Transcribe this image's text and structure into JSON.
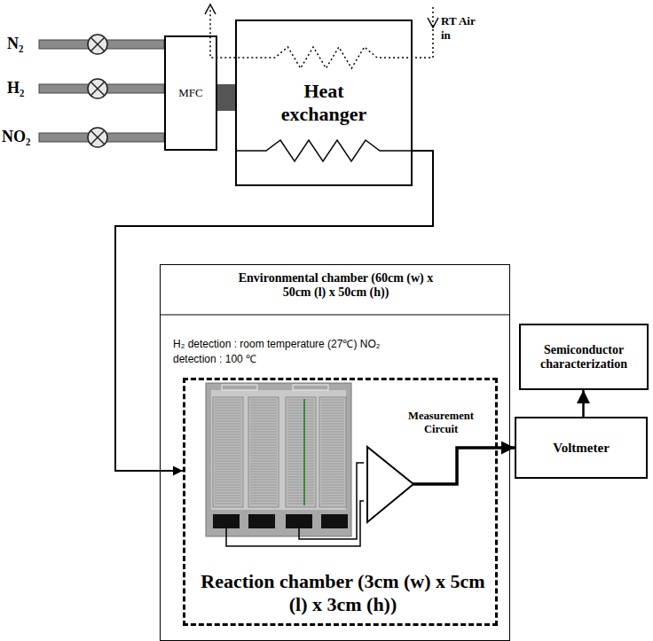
{
  "diagram": {
    "nodes": [
      {
        "text": [
          "Heat exchanger"
        ]
      },
      {
        "text": [
          "MFC"
        ]
      },
      {
        "text": [
          "Environmental chamber (60cm (w) x 50cm (l) x 50cm (h))",
          "H₂ detection : room temperature (27℃) NO₂ detection : 100 ℃"
        ]
      },
      {
        "text": [
          "Reaction chamber (3cm (w) x 5cm (l) x 3cm (h))"
        ],
        "in": 2
      },
      {
        "text": [
          "Measurement Circuit"
        ],
        "in": 3
      },
      {
        "text": [
          "Voltmeter"
        ]
      },
      {
        "text": [
          "Semiconductor characterization"
        ]
      }
    ],
    "edges": [
      {
        "from": 1,
        "to": 0,
        "arrow": "none"
      },
      {
        "from": 0,
        "to": 3,
        "arrow": "to"
      },
      {
        "from": 4,
        "to": 5,
        "arrow": "to"
      },
      {
        "from": 5,
        "to": 6,
        "arrow": "to"
      }
    ],
    "labels": [
      "N₂",
      "H₂",
      "NO₂",
      "RT Air in"
    ]
  }
}
